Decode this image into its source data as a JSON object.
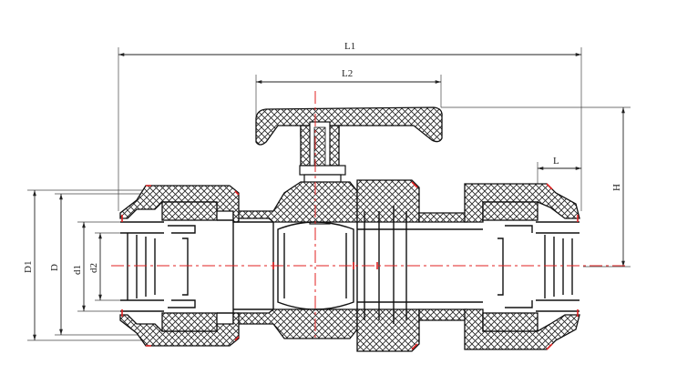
{
  "dimensions": {
    "L1": "L1",
    "L2": "L2",
    "L": "L",
    "H": "H",
    "D1": "D1",
    "D": "D",
    "d1": "d1",
    "d2": "d2"
  },
  "colors": {
    "outline": "#111111",
    "centerline": "#e02020",
    "background": "#ffffff"
  }
}
